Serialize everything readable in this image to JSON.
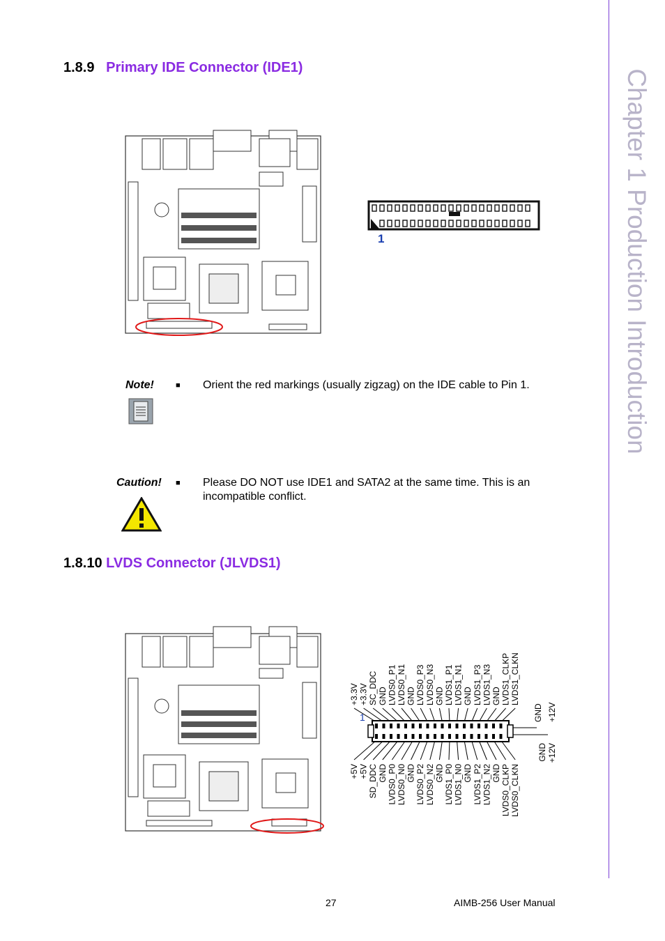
{
  "chapter_tab": "Chapter 1   Production Introduction",
  "section1": {
    "number": "1.8.9",
    "title": "Primary IDE Connector (IDE1)"
  },
  "ide_pin1": "1",
  "note": {
    "label": "Note!",
    "text": "Orient the red markings (usually zigzag) on the IDE cable to Pin 1.",
    "icon": "document-icon"
  },
  "caution": {
    "label": "Caution!",
    "text": "Please DO NOT use IDE1 and SATA2 at the same time. This is an incompatible conflict.",
    "icon": "warning-icon"
  },
  "section2": {
    "number": "1.8.10",
    "title": "LVDS Connector (JLVDS1)"
  },
  "lvds": {
    "pin1": "1",
    "top_labels": [
      "+3.3V",
      "+3.3V",
      "SC_DDC",
      "GND",
      "LVDS0_P1",
      "LVDS0_N1",
      "GND",
      "LVDS0_P3",
      "LVDS0_N3",
      "GND",
      "LVDS1_P1",
      "LVDS1_N1",
      "GND",
      "LVDS1_P3",
      "LVDS1_N3",
      "GND",
      "LVDS1_CLKP",
      "LVDS1_CLKN"
    ],
    "bottom_labels": [
      "+5V",
      "+5V",
      "SD_DDC",
      "GND",
      "LVDS0_P0",
      "LVDS0_N0",
      "GND",
      "LVDS0_P2",
      "LVDS0_N2",
      "GND",
      "LVDS1_P0",
      "LVDS1_N0",
      "GND",
      "LVDS1_P2",
      "LVDS1_N2",
      "GND",
      "LVDS0_CLKP",
      "LVDS0_CLKN"
    ],
    "right_top_labels": [
      "GND",
      "+12V"
    ],
    "right_bottom_labels": [
      "+12V",
      "GND"
    ]
  },
  "footer": {
    "page": "27",
    "manual": "AIMB-256 User Manual"
  },
  "colors": {
    "accent": "#8a2be2",
    "rule": "#7a3ed6",
    "highlight": "#e01818",
    "tab_text": "#b8b3c9"
  }
}
